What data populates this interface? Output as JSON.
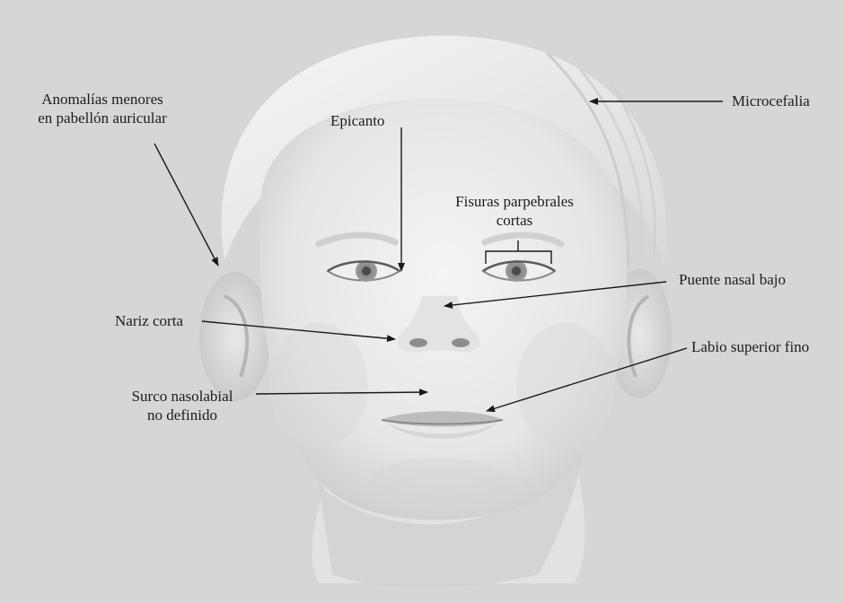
{
  "figure": {
    "colors": {
      "background": "#d6d6d6",
      "skin": "#ececec",
      "hair": "#f3f3f3",
      "shadow": "#bdbdbd",
      "line": "#1a1a1a"
    },
    "labels": {
      "anomalias_line1": "Anomalías menores",
      "anomalias_line2": "en pabellón auricular",
      "epicanto": "Epicanto",
      "microcefalia": "Microcefalia",
      "fisuras_line1": "Fisuras parpebrales",
      "fisuras_line2": "cortas",
      "puente": "Puente nasal bajo",
      "nariz": "Nariz corta",
      "labio": "Labio superior fino",
      "surco_line1": "Surco nasolabial",
      "surco_line2": "no definido"
    }
  }
}
